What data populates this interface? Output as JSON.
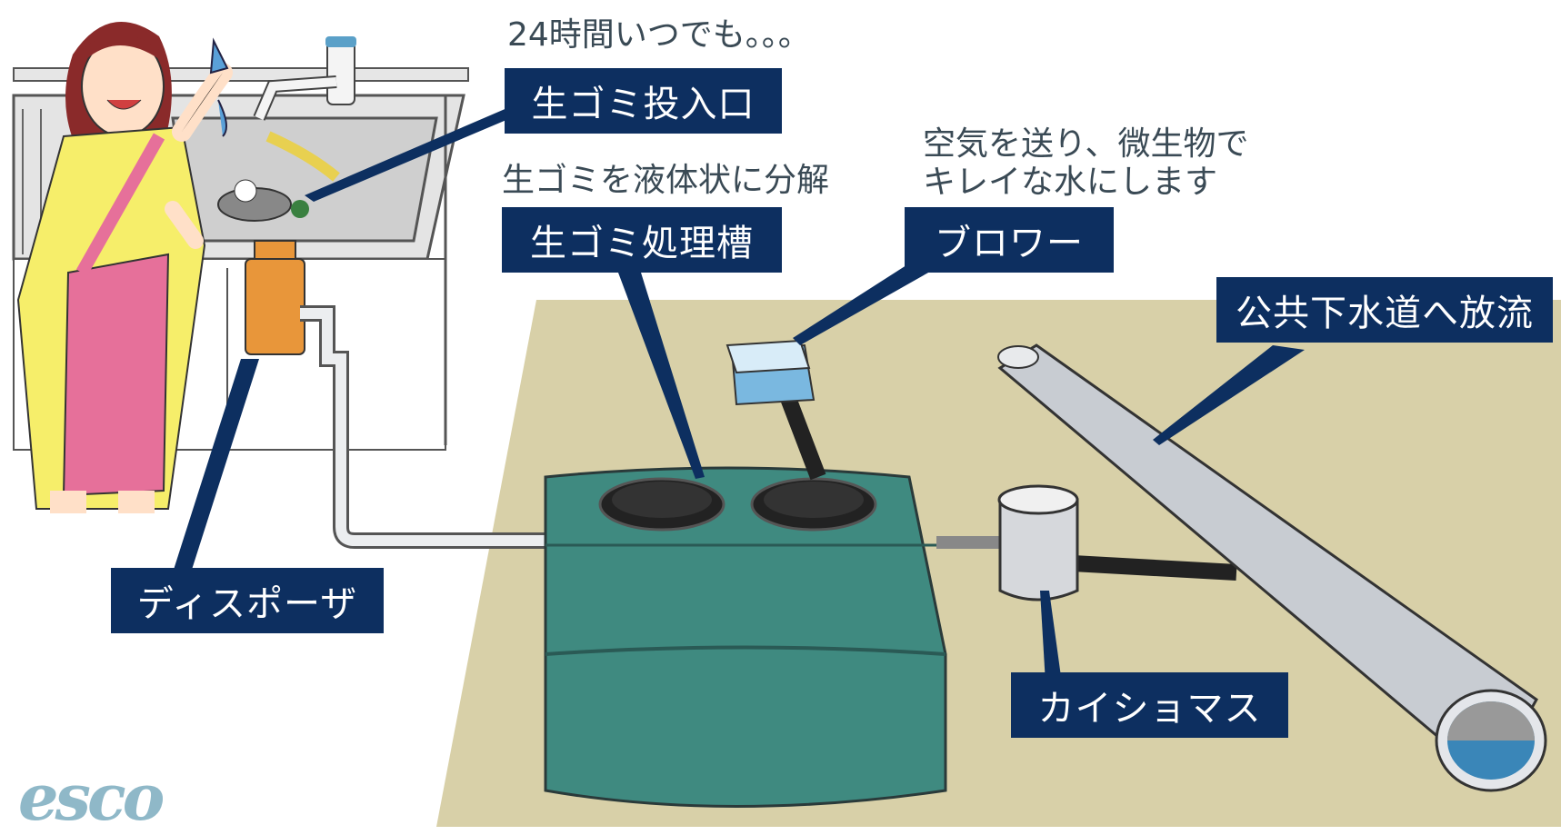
{
  "captions": {
    "anytime": "24時間いつでも。。。",
    "decompose": "生ゴミを液体状に分解",
    "air_line1": "空気を送り、微生物で",
    "air_line2": "キレイな水にします"
  },
  "labels": {
    "inlet": "生ゴミ投入口",
    "tank": "生ゴミ処理槽",
    "blower": "ブロワー",
    "sewer": "公共下水道へ放流",
    "disposer": "ディスポーザ",
    "manhole": "カイショマス"
  },
  "logo": "esco",
  "colors": {
    "label_bg": "#0d2f60",
    "ground": "#d8d0a8",
    "tank": "#3f8a80",
    "pipe": "#c8ccd2",
    "disposer": "#e8963a"
  }
}
